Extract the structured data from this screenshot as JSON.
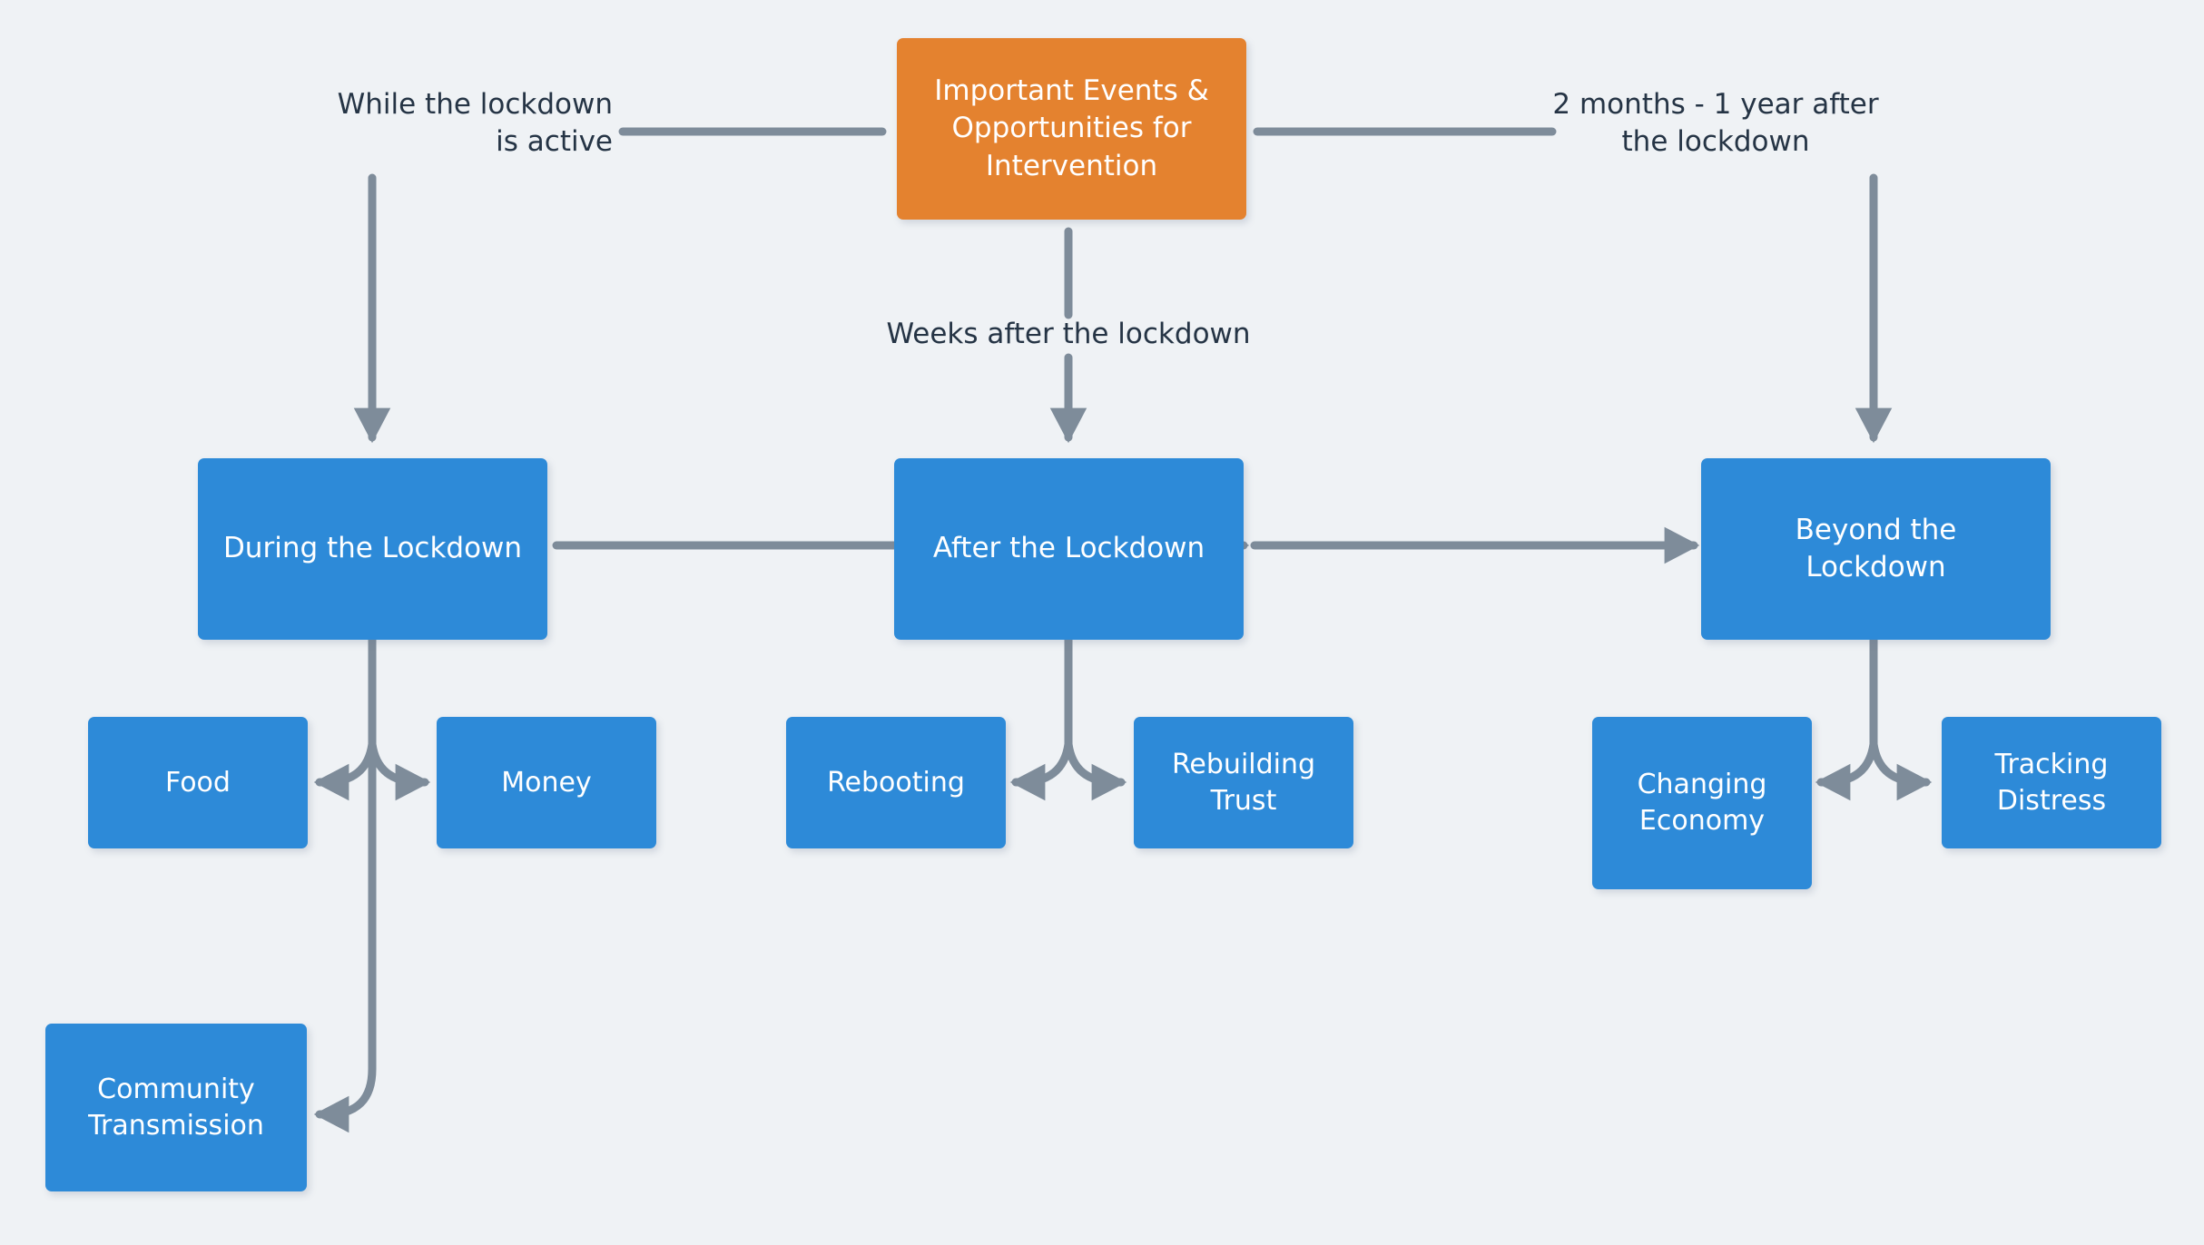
{
  "diagram": {
    "title": "Important Events & Opportunities for Intervention",
    "background_color": "#eff2f5",
    "accent_orange": "#e4822f",
    "accent_blue": "#2d8ad8",
    "connector_color": "#7e8c9a",
    "label_text_color": "#253445"
  },
  "root": {
    "label": "Important Events &\nOpportunities for\nIntervention"
  },
  "phases": [
    {
      "label": "During the Lockdown"
    },
    {
      "label": "After the Lockdown"
    },
    {
      "label": "Beyond the\nLockdown"
    }
  ],
  "edge_labels": {
    "left": "While the lockdown\nis active",
    "middle": "Weeks after the lockdown",
    "right": "2 months - 1 year after\nthe lockdown"
  },
  "subtopics": {
    "during": [
      {
        "label": "Food"
      },
      {
        "label": "Money"
      },
      {
        "label": "Community\nTransmission"
      }
    ],
    "after": [
      {
        "label": "Rebooting"
      },
      {
        "label": "Rebuilding\nTrust"
      }
    ],
    "beyond": [
      {
        "label": "Changing\nEconomy"
      },
      {
        "label": "Tracking\nDistress"
      }
    ]
  }
}
